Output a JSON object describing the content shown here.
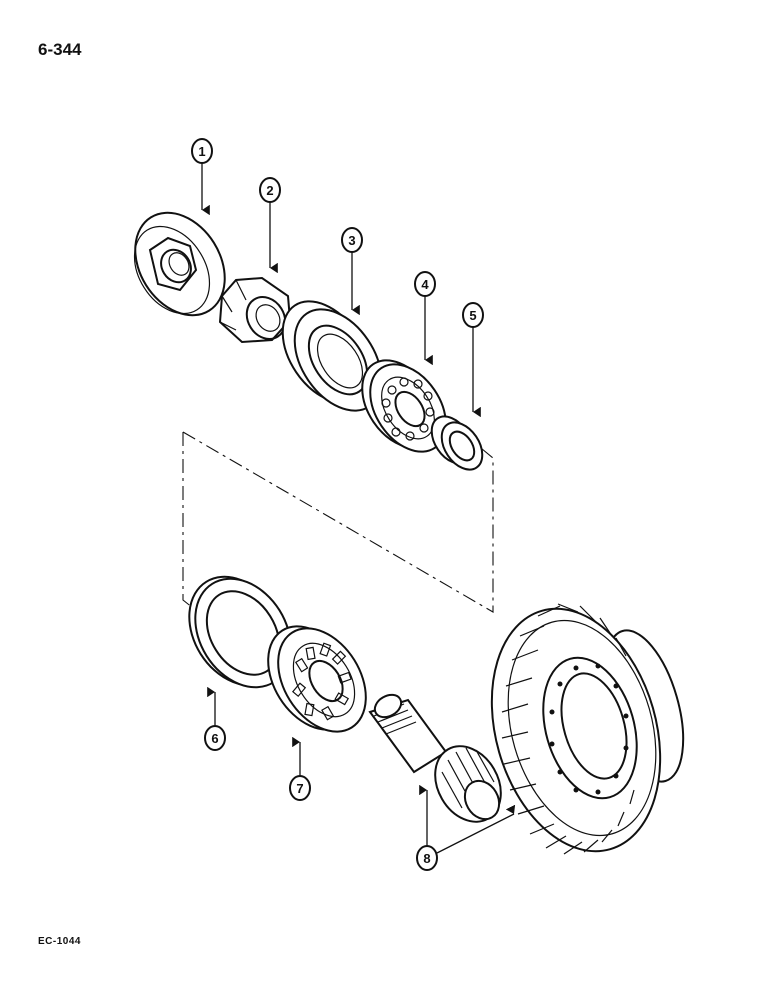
{
  "header": {
    "page_number": "6-344"
  },
  "footer": {
    "figure_code": "EC-1044"
  },
  "callouts": [
    "1",
    "2",
    "3",
    "4",
    "5",
    "6",
    "7",
    "8"
  ],
  "colors": {
    "ink": "#111111",
    "paper": "#ffffff"
  }
}
